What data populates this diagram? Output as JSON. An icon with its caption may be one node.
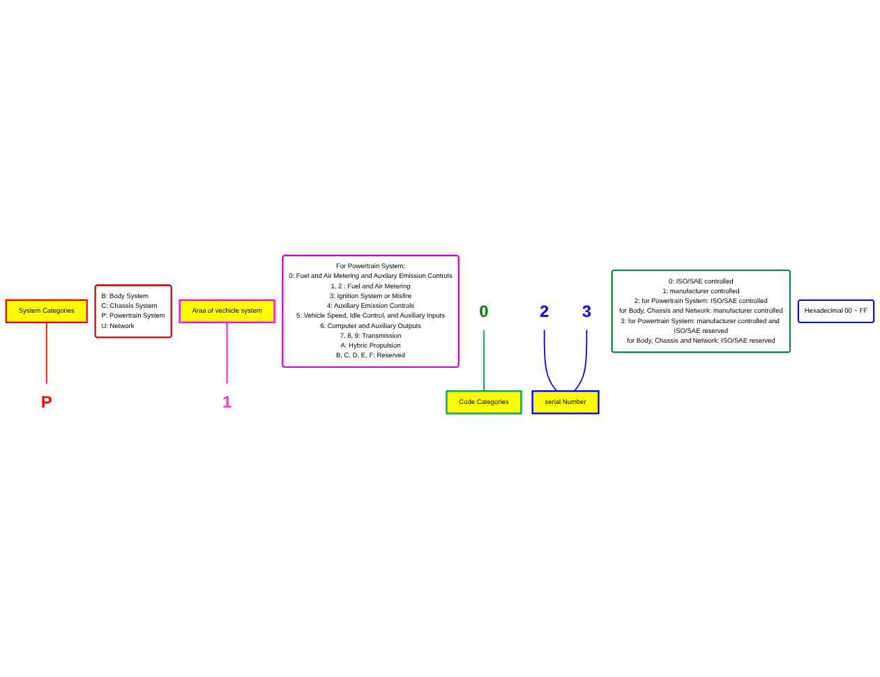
{
  "diagram": {
    "nodes": [
      {
        "text": [
          "System Categories"
        ]
      },
      {
        "text": [
          "B: Body System",
          "C: Chassis System",
          "P: Powertrain System",
          "U: Network"
        ]
      },
      {
        "text": [
          "Araa of vechicle system"
        ]
      },
      {
        "text": [
          "For Powertrain System:",
          "0: Fuel and Air Metering and Auxilary Emission Controls",
          "1, 2 : Fuel and Air Metering",
          "3: Ignition System or Misfire",
          "4: Auxiliary Emission Controls",
          "5: Vehicle Speed, Idle Control, and Auxiliary Inputs",
          "6: Computer and Auxiliary Outputs",
          "7, 8, 9: Transmission",
          "A: Hybric Propulsion",
          "B, C, D, E, F: Reserved"
        ]
      },
      {
        "text": [
          "P"
        ]
      },
      {
        "text": [
          "0"
        ]
      },
      {
        "text": [
          "1"
        ]
      },
      {
        "text": [
          "2"
        ]
      },
      {
        "text": [
          "3"
        ]
      },
      {
        "text": [
          "Code Categories"
        ]
      },
      {
        "text": [
          "0: ISO/SAE controlled",
          "1: manufacturer controlled",
          "2: for Powertrain System: ISO/SAE controlled",
          "for Body, Chassis and Network: manufacturer controlled",
          "3: for Powertrain System: manufacturer controlled and ISO/SAE reserved",
          "for Body, Chassis and Network: ISO/SAE reserved"
        ]
      },
      {
        "text": [
          "serial Number"
        ]
      },
      {
        "text": [
          "Hexadecimal 00 ~ FF"
        ]
      }
    ],
    "edges": [
      {
        "from": 0,
        "to": 4,
        "arrow": "none",
        "color": "#ff0000"
      },
      {
        "from": 2,
        "to": 6,
        "arrow": "none",
        "color": "#ff00ff"
      },
      {
        "from": 5,
        "to": 9,
        "arrow": "none",
        "color": "#00a550"
      },
      {
        "from": 7,
        "to": 11,
        "arrow": "none",
        "color": "#0000ff"
      },
      {
        "from": 8,
        "to": 11,
        "arrow": "none",
        "color": "#0000ff"
      }
    ]
  }
}
